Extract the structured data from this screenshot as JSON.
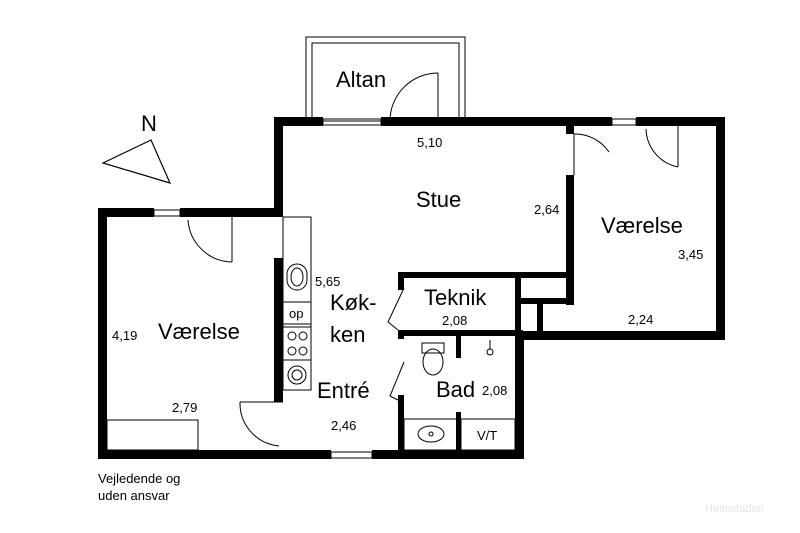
{
  "plan": {
    "compass_label": "N",
    "rooms": {
      "altan": "Altan",
      "stue": "Stue",
      "vaerelse_right": "Værelse",
      "vaerelse_left": "Værelse",
      "teknik": "Teknik",
      "kokken_line1": "Køk-",
      "kokken_line2": "ken",
      "entre": "Entré",
      "bad": "Bad"
    },
    "dimensions": {
      "stue_width": "5,10",
      "stue_depth": "2,64",
      "right_room_depth": "3,45",
      "right_room_width": "2,24",
      "kitchen_length": "5,65",
      "teknik": "2,08",
      "bad": "2,08",
      "left_room_depth": "4,19",
      "left_room_width": "2,79",
      "entre_width": "2,46"
    },
    "fixtures": {
      "oven_label": "op",
      "vt_label": "V/T"
    },
    "disclaimer_line1": "Vejledende og",
    "disclaimer_line2": "uden ansvar",
    "watermark": "Heimstaden"
  }
}
